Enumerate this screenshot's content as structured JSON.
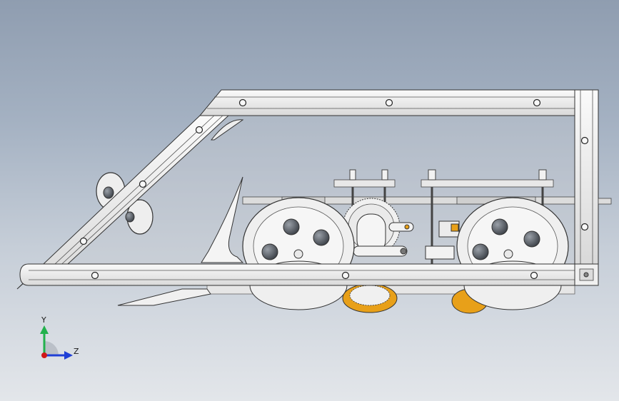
{
  "viewport": {
    "background_top": "#8f9db0",
    "background_bottom": "#e3e6ea"
  },
  "model": {
    "name": "",
    "view": "side"
  },
  "triad": {
    "x_label": "",
    "y_label": "Y",
    "z_label": "Z",
    "y_color": "#22b14c",
    "z_color": "#1f3fd6",
    "origin_color": "#d01818"
  },
  "colors": {
    "frame_fill": "#f4f4f4",
    "frame_stroke": "#3a3a3a",
    "wheel_fill": "#ededed",
    "motor_orange": "#e8a019",
    "hole_fill": "#5b6068",
    "panel_tint": "#c8ccd2"
  },
  "icons": [
    "triad-icon"
  ]
}
